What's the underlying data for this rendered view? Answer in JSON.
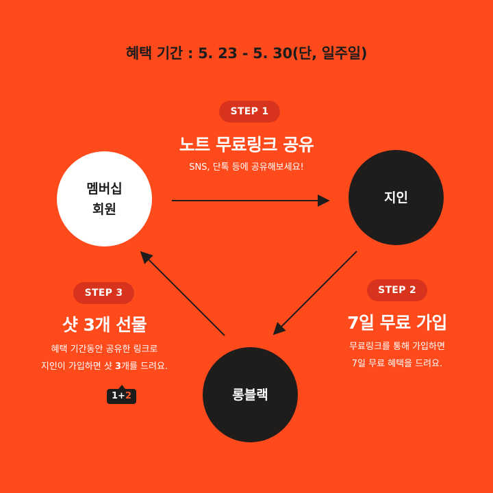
{
  "period": "혜택 기간 : 5. 23 - 5. 30(단, 일주일)",
  "step1": {
    "label": "STEP 1",
    "title": "노트 무료링크 공유",
    "desc": "SNS, 단톡 등에 공유해보세요!"
  },
  "step2": {
    "label": "STEP 2",
    "title": "7일 무료 가입",
    "desc_line1": "무료링크를 통해 가입하면",
    "desc_line2": "7일 무료 혜택을 드려요."
  },
  "step3": {
    "label": "STEP 3",
    "title": "샷 3개 선물",
    "desc_line1": "혜택 기간동안 공유한 링크로",
    "desc_line2_a": "지인이 가입하면 샷 ",
    "desc_line2_b": "3",
    "desc_line2_c": "개를 드려요.",
    "badge_a": "1+",
    "badge_b": "2"
  },
  "nodes": {
    "member_line1": "멤버십",
    "member_line2": "회원",
    "friend": "지인",
    "brand": "롱블랙"
  },
  "colors": {
    "background": "#FF4A1C",
    "pill": "#D8331C",
    "dark": "#1F1C1C",
    "accent": "#FF5A2C"
  }
}
